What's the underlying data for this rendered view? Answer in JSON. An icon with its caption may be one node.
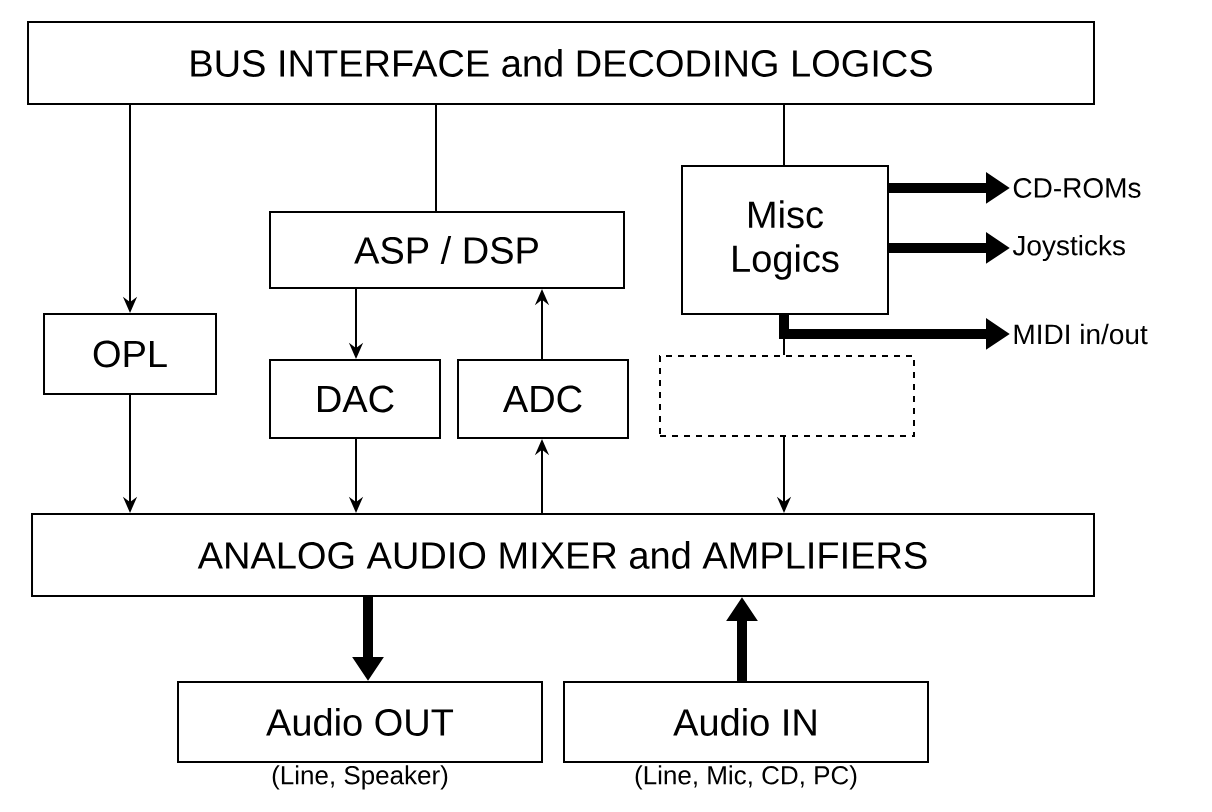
{
  "diagram": {
    "nodes": [
      {
        "text": [
          "BUS INTERFACE and DECODING LOGICS"
        ]
      },
      {
        "text": [
          "OPL"
        ]
      },
      {
        "text": [
          "ASP / DSP"
        ]
      },
      {
        "text": [
          "DAC"
        ]
      },
      {
        "text": [
          "ADC"
        ]
      },
      {
        "text": [
          "Misc Logics"
        ]
      },
      {
        "text": [],
        "shape": "box"
      },
      {
        "text": [
          "ANALOG AUDIO MIXER  and AMPLIFIERS"
        ]
      },
      {
        "text": [
          "Audio OUT"
        ],
        "beside": [
          "(Line, Speaker)"
        ]
      },
      {
        "text": [
          "Audio IN"
        ],
        "beside": [
          "(Line, Mic, CD, PC)"
        ]
      },
      {
        "text": [
          "CD-ROMs"
        ]
      },
      {
        "text": [
          "Joysticks"
        ]
      },
      {
        "text": [
          "MIDI in/out"
        ]
      }
    ],
    "edges": [
      {
        "from": 0,
        "to": 1,
        "arrow": "to"
      },
      {
        "from": 0,
        "to": 2,
        "arrow": "none"
      },
      {
        "from": 0,
        "to": 5,
        "arrow": "none"
      },
      {
        "from": 2,
        "to": 3,
        "arrow": "to"
      },
      {
        "from": 4,
        "to": 2,
        "arrow": "to"
      },
      {
        "from": 1,
        "to": 7,
        "arrow": "to"
      },
      {
        "from": 3,
        "to": 7,
        "arrow": "to"
      },
      {
        "from": 7,
        "to": 4,
        "arrow": "to"
      },
      {
        "from": 6,
        "to": 7,
        "arrow": "to"
      },
      {
        "from": 5,
        "to": 10,
        "arrow": "to",
        "style": "thick"
      },
      {
        "from": 5,
        "to": 11,
        "arrow": "to",
        "style": "thick"
      },
      {
        "from": 5,
        "to": 6,
        "arrow": "none"
      },
      {
        "from": 5,
        "to": 12,
        "arrow": "to",
        "style": "thick"
      },
      {
        "from": 7,
        "to": 8,
        "arrow": "to",
        "style": "thick"
      },
      {
        "from": 9,
        "to": 7,
        "arrow": "to",
        "style": "thick"
      }
    ]
  }
}
